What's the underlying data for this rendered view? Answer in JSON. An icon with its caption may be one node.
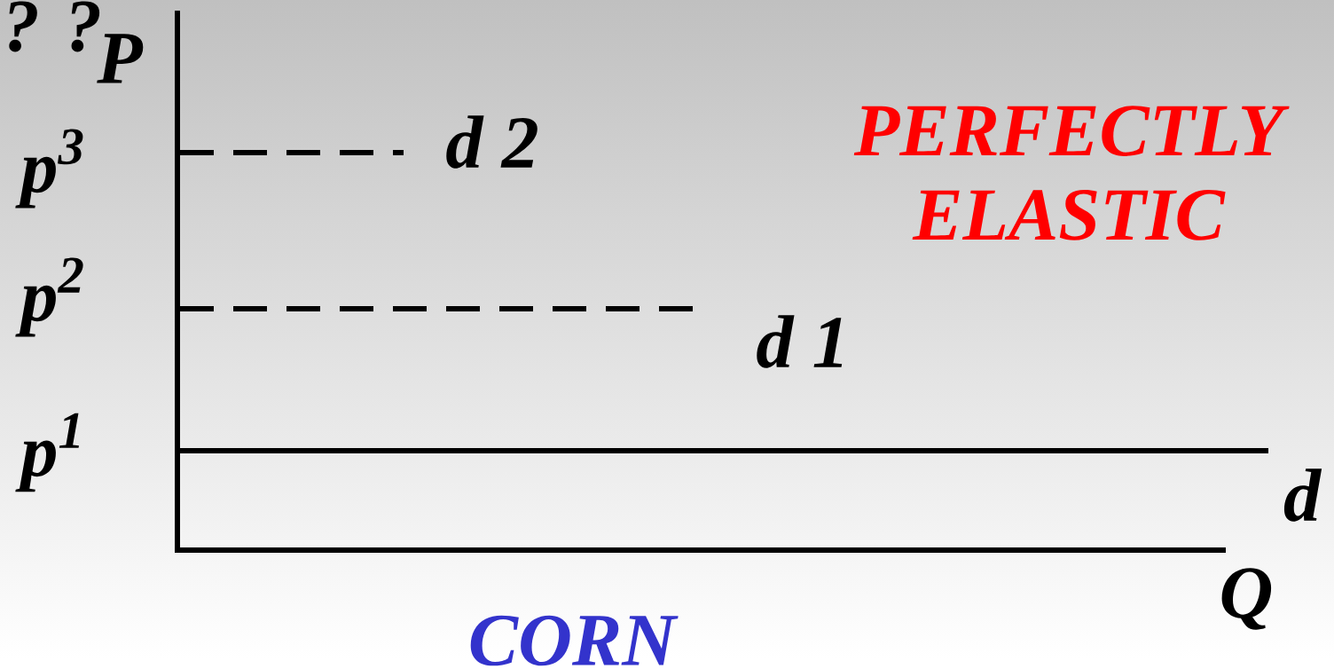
{
  "diagram": {
    "labels": [
      "? ?",
      "P",
      "p$^{3}$",
      "p$^{2}$",
      "p$^{1}$",
      "d 2",
      "d 1",
      "d",
      "Q",
      "PERFECTLY ELASTIC",
      "CORN"
    ]
  }
}
